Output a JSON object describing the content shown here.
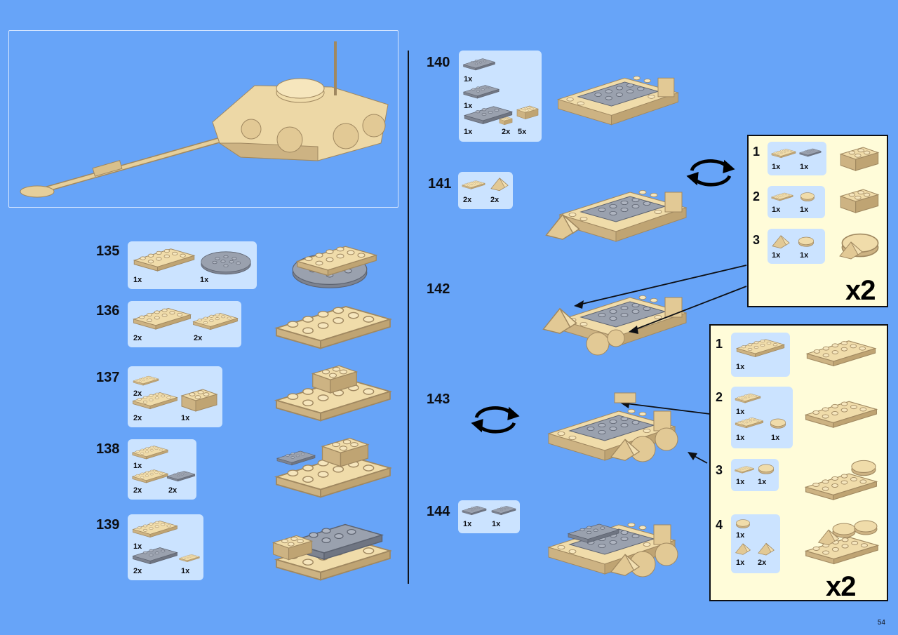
{
  "page_number": "54",
  "steps_left": [
    {
      "number": "135",
      "parts": [
        {
          "qty": "1x"
        },
        {
          "qty": "1x"
        }
      ]
    },
    {
      "number": "136",
      "parts": [
        {
          "qty": "2x"
        },
        {
          "qty": "2x"
        }
      ]
    },
    {
      "number": "137",
      "parts": [
        {
          "qty": "2x"
        },
        {
          "qty": "2x"
        },
        {
          "qty": "1x"
        }
      ]
    },
    {
      "number": "138",
      "parts": [
        {
          "qty": "1x"
        },
        {
          "qty": "2x"
        },
        {
          "qty": "2x"
        }
      ]
    },
    {
      "number": "139",
      "parts": [
        {
          "qty": "1x"
        },
        {
          "qty": "2x"
        },
        {
          "qty": "1x"
        }
      ]
    }
  ],
  "steps_right": [
    {
      "number": "140",
      "parts": [
        {
          "qty": "1x"
        },
        {
          "qty": "1x"
        },
        {
          "qty": "1x"
        },
        {
          "qty": "2x"
        },
        {
          "qty": "5x"
        }
      ]
    },
    {
      "number": "141",
      "parts": [
        {
          "qty": "2x"
        },
        {
          "qty": "2x"
        }
      ]
    },
    {
      "number": "142"
    },
    {
      "number": "143"
    },
    {
      "number": "144",
      "parts": [
        {
          "qty": "1x"
        },
        {
          "qty": "1x"
        }
      ]
    }
  ],
  "subassembly_a": {
    "multiplier": "x2",
    "steps": [
      {
        "number": "1",
        "parts": [
          {
            "qty": "1x"
          },
          {
            "qty": "1x"
          }
        ]
      },
      {
        "number": "2",
        "parts": [
          {
            "qty": "1x"
          },
          {
            "qty": "1x"
          }
        ]
      },
      {
        "number": "3",
        "parts": [
          {
            "qty": "1x"
          },
          {
            "qty": "1x"
          }
        ]
      }
    ]
  },
  "subassembly_b": {
    "multiplier": "x2",
    "steps": [
      {
        "number": "1",
        "parts": [
          {
            "qty": "1x"
          }
        ]
      },
      {
        "number": "2",
        "parts": [
          {
            "qty": "1x"
          },
          {
            "qty": "1x"
          },
          {
            "qty": "1x"
          }
        ]
      },
      {
        "number": "3",
        "parts": [
          {
            "qty": "1x"
          },
          {
            "qty": "1x"
          }
        ]
      },
      {
        "number": "4",
        "parts": [
          {
            "qty": "1x"
          },
          {
            "qty": "1x"
          },
          {
            "qty": "2x"
          }
        ]
      }
    ]
  },
  "colors": {
    "background": "#67a4f8",
    "tan": "#e8d3a2",
    "gray": "#8e95a3",
    "callout": "#cbe3ff",
    "subpanel": "#fffcd9"
  }
}
